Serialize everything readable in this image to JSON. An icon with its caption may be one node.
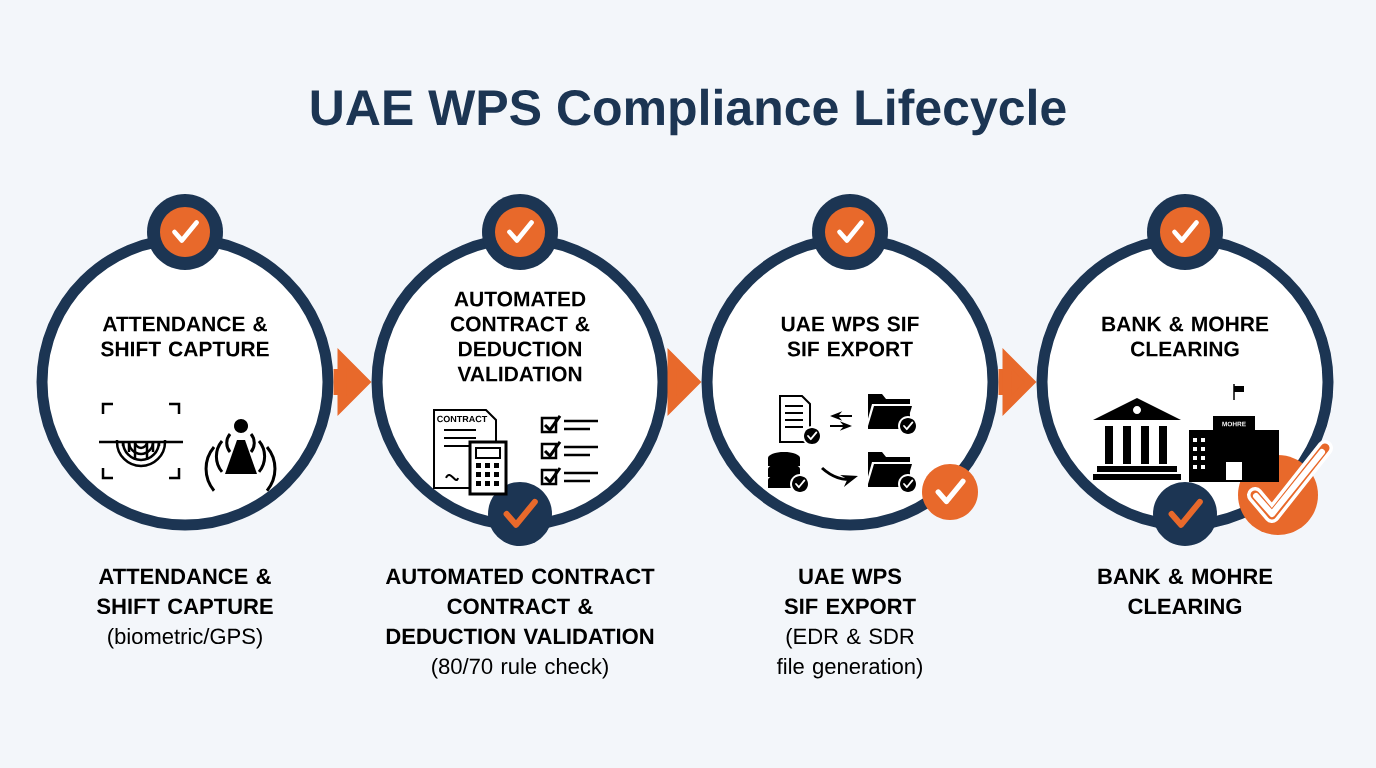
{
  "diagram": {
    "title": "UAE WPS Compliance Lifecycle",
    "nodes": [
      {
        "text": [
          "ATTENDANCE & SHIFT CAPTURE"
        ],
        "beside": [
          "ATTENDANCE & SHIFT CAPTURE",
          "(biometric/GPS)"
        ]
      },
      {
        "text": [
          "AUTOMATED CONTRACT & DEDUCTION VALIDATION"
        ],
        "beside": [
          "AUTOMATED CONTRACT CONTRACT & DEDUCTION VALIDATION",
          "(80/70 rule check)"
        ]
      },
      {
        "text": [
          "UAE WPS SIF SIF EXPORT"
        ],
        "beside": [
          "UAE WPS SIF EXPORT",
          "(EDR & SDR file generation)"
        ]
      },
      {
        "text": [
          "BANK & MOHRE CLEARING"
        ],
        "beside": [
          "BANK & MOHRE CLEARING"
        ]
      }
    ],
    "edges": [
      {
        "from": 0,
        "to": 1,
        "arrow": "to"
      },
      {
        "from": 1,
        "to": 2,
        "arrow": "to"
      },
      {
        "from": 2,
        "to": 3,
        "arrow": "to"
      }
    ],
    "labels": [
      "CONTRACT",
      "MOHRE"
    ]
  }
}
